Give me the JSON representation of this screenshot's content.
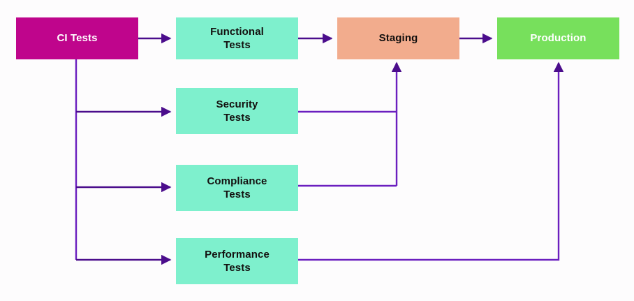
{
  "diagram": {
    "type": "flowchart",
    "orientation": "left-to-right",
    "background_color": "#fdfcfd",
    "edge_color": "#4b0d8c",
    "edge_color_light": "#6b1fbf",
    "nodes": [
      {
        "id": "ci",
        "label": "CI Tests",
        "fill": "#bf058c",
        "text_color": "#ffffff"
      },
      {
        "id": "func",
        "label": "Functional\nTests",
        "fill": "#7ef0cd",
        "text_color": "#13100f"
      },
      {
        "id": "sec",
        "label": "Security\nTests",
        "fill": "#7ef0cd",
        "text_color": "#13100f"
      },
      {
        "id": "comp",
        "label": "Compliance\nTests",
        "fill": "#7ef0cd",
        "text_color": "#13100f"
      },
      {
        "id": "perf",
        "label": "Performance\nTests",
        "fill": "#7ef0cd",
        "text_color": "#13100f"
      },
      {
        "id": "staging",
        "label": "Staging",
        "fill": "#f2ac8d",
        "text_color": "#13100f"
      },
      {
        "id": "prod",
        "label": "Production",
        "fill": "#77e05c",
        "text_color": "#ffffff"
      }
    ],
    "edges": [
      {
        "from": "ci",
        "to": "func",
        "label": ""
      },
      {
        "from": "ci",
        "to": "sec",
        "label": ""
      },
      {
        "from": "ci",
        "to": "comp",
        "label": ""
      },
      {
        "from": "ci",
        "to": "perf",
        "label": ""
      },
      {
        "from": "func",
        "to": "staging",
        "label": ""
      },
      {
        "from": "sec",
        "to": "staging",
        "label": ""
      },
      {
        "from": "comp",
        "to": "staging",
        "label": ""
      },
      {
        "from": "perf",
        "to": "prod",
        "label": ""
      },
      {
        "from": "staging",
        "to": "prod",
        "label": ""
      }
    ]
  }
}
